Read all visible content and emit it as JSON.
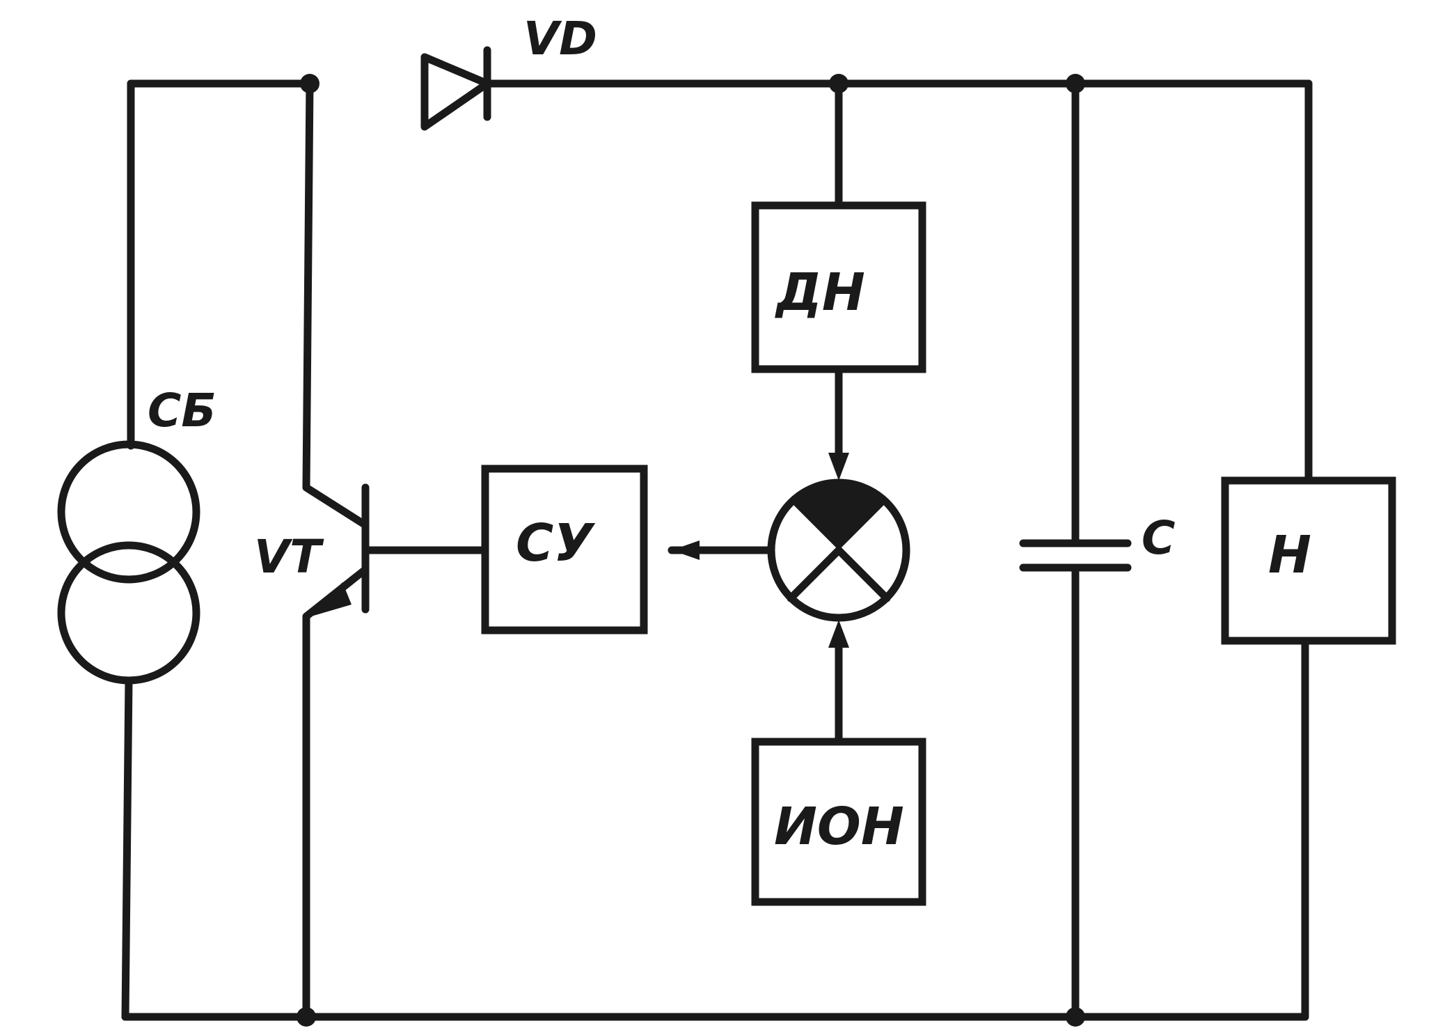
{
  "components": {
    "solar_battery": {
      "label": "СБ"
    },
    "transistor": {
      "label": "VT"
    },
    "diode": {
      "label": "VD"
    },
    "control_unit": {
      "label": "СУ"
    },
    "voltage_divider": {
      "label": "ДН"
    },
    "reference_source": {
      "label": "ИОН"
    },
    "capacitor": {
      "label": "С"
    },
    "load": {
      "label": "Н"
    }
  },
  "colors": {
    "line": "#1a1a1a",
    "background": "#ffffff"
  }
}
